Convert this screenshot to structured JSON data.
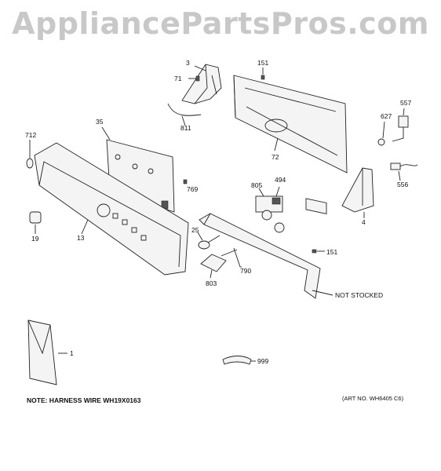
{
  "watermark": "AppliancePartsPros.com",
  "labels": {
    "p3": "3",
    "p71": "71",
    "p151a": "151",
    "p811": "811",
    "p557": "557",
    "p627": "627",
    "p72": "72",
    "p35": "35",
    "p712": "712",
    "p769": "769",
    "p805": "805",
    "p494": "494",
    "p556": "556",
    "p4": "4",
    "p19": "19",
    "p13": "13",
    "p25": "25",
    "p151b": "151",
    "p803": "803",
    "p790": "790",
    "not_stocked": "NOT STOCKED",
    "p1": "1",
    "p999": "999"
  },
  "footer": {
    "note": "NOTE: HARNESS WIRE WH19X0163",
    "art_no": "(ART NO. WH6405 C6)"
  }
}
